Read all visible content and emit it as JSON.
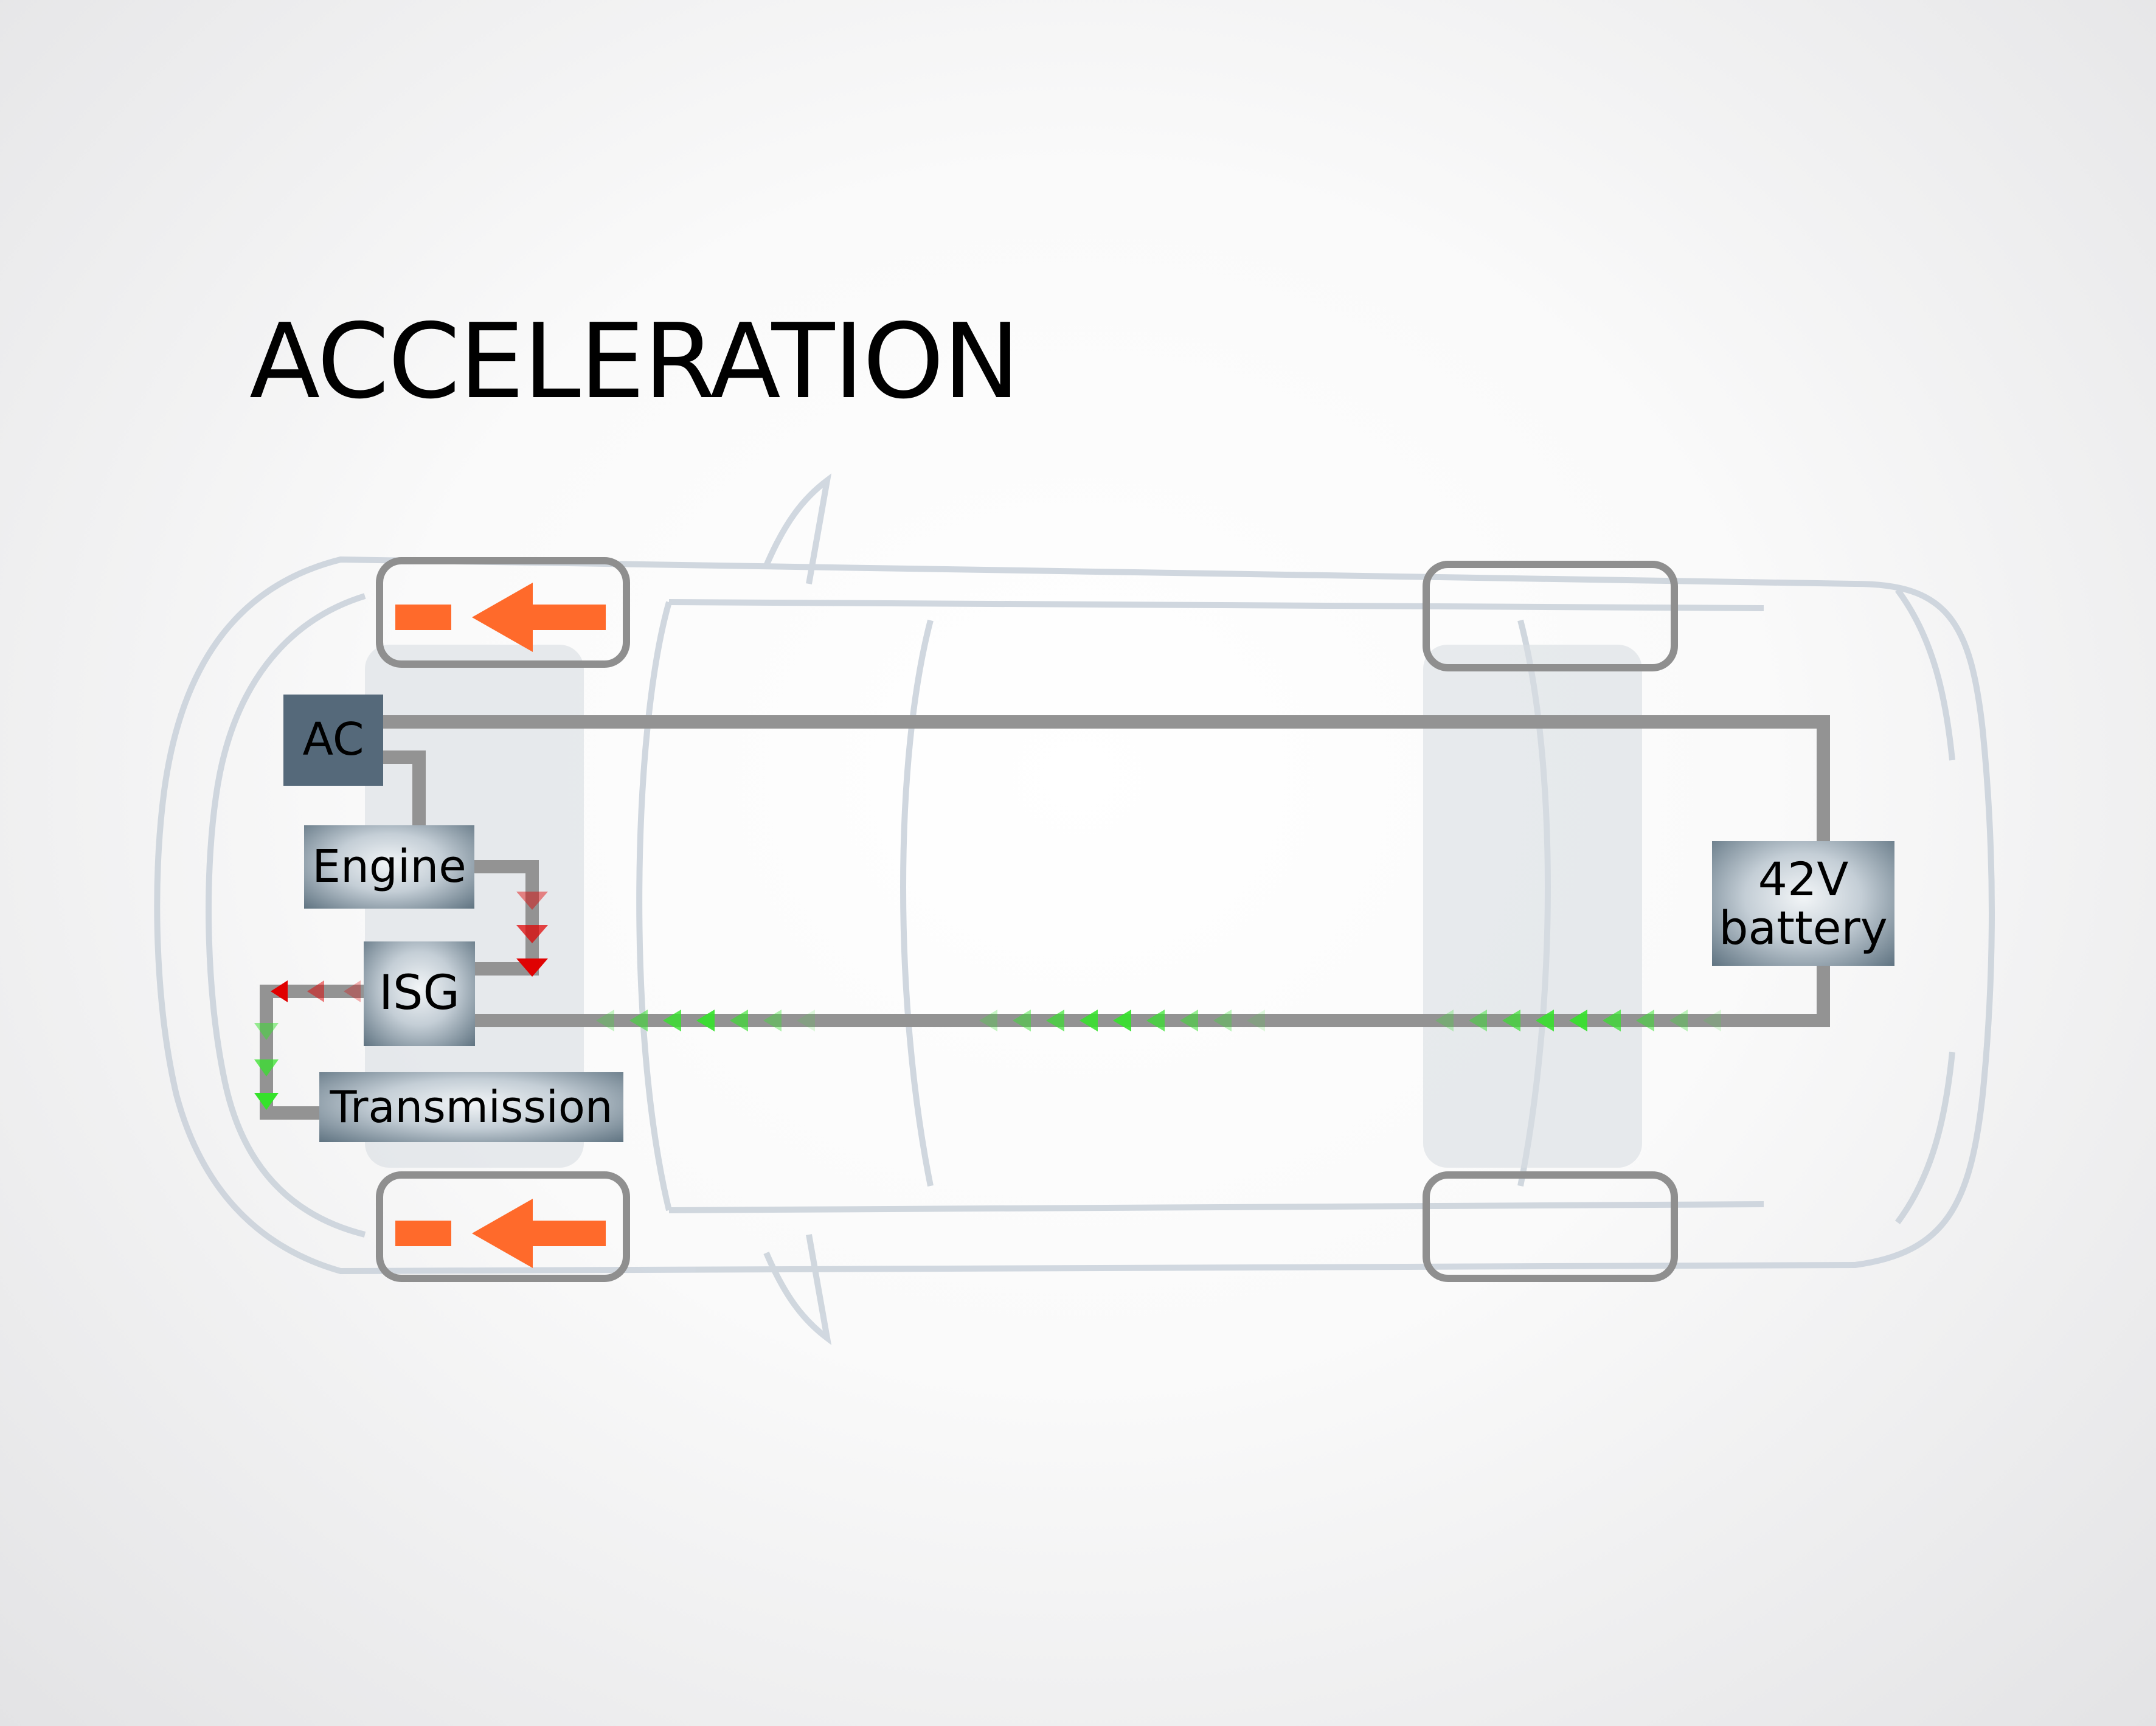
{
  "title": "ACCELERATION",
  "components": {
    "ac": "AC",
    "engine": "Engine",
    "isg": "ISG",
    "transmission": "Transmission",
    "battery_line1": "42V",
    "battery_line2": "battery"
  },
  "colors": {
    "wire": "#939393",
    "front_wheel_arrow": "#ff6a2b",
    "mechanical_flow": "#e00000",
    "electrical_flow": "#35e22b",
    "car_outline": "#c9d1da",
    "box_dark": "#55697a"
  },
  "flows": {
    "electrical": "42V battery → ISG",
    "mechanical": "Engine → ISG → Transmission",
    "front_wheels": "drive"
  }
}
